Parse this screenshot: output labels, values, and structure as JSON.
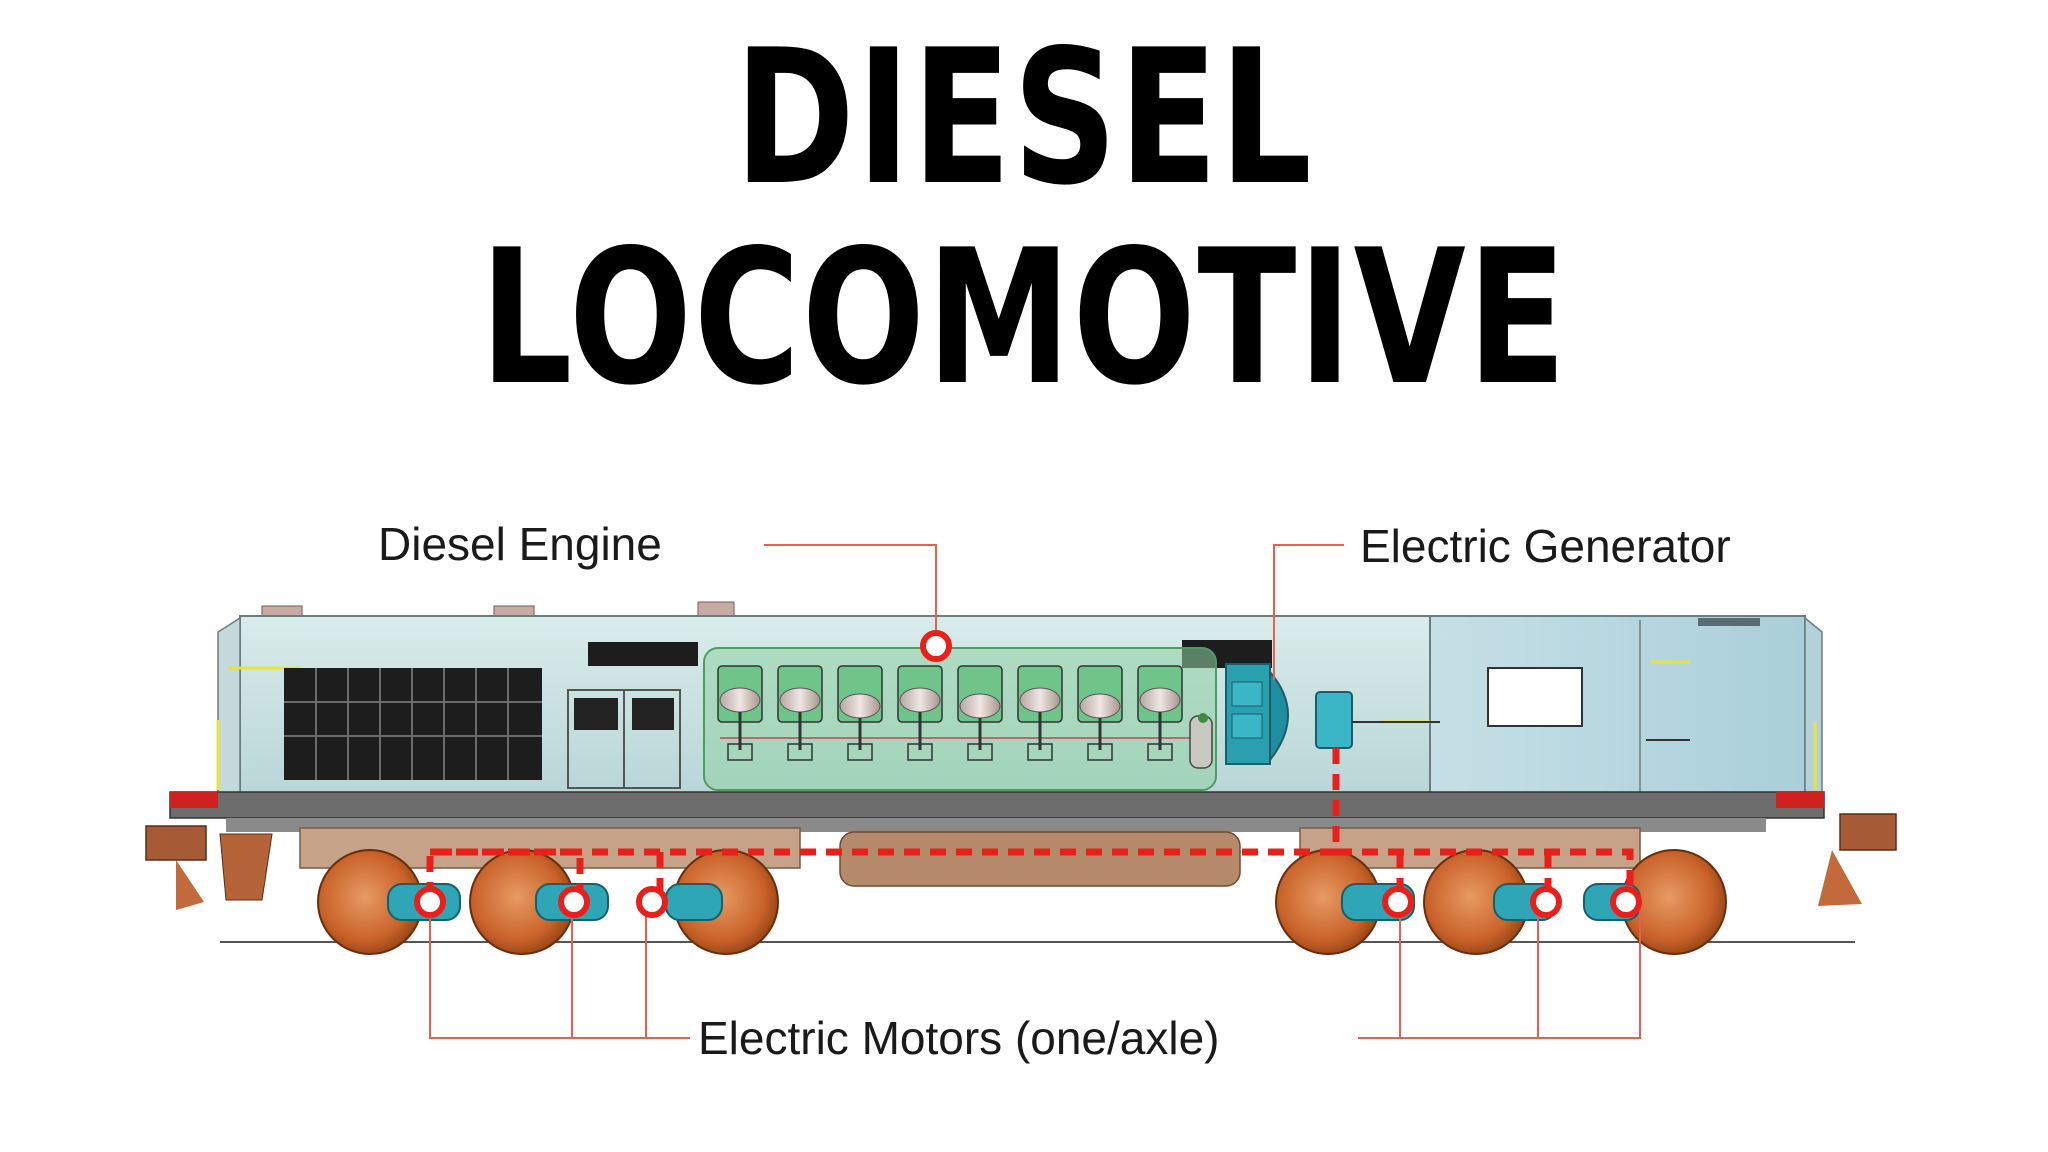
{
  "title": "DIESEL LOCOMOTIVE",
  "labels": {
    "diesel_engine": "Diesel Engine",
    "electric_generator": "Electric Generator",
    "electric_motors": "Electric Motors (one/axle)"
  },
  "colors": {
    "callout_line": "#e5604f",
    "power_path": "#e8201b",
    "body": "#cfe4e3",
    "engine_block": "#8fd2a2",
    "generator": "#2a9fb0",
    "wheel": "#c2591e",
    "frame": "#6a6a6a"
  },
  "icons": {
    "marker": "red-ring-marker"
  }
}
